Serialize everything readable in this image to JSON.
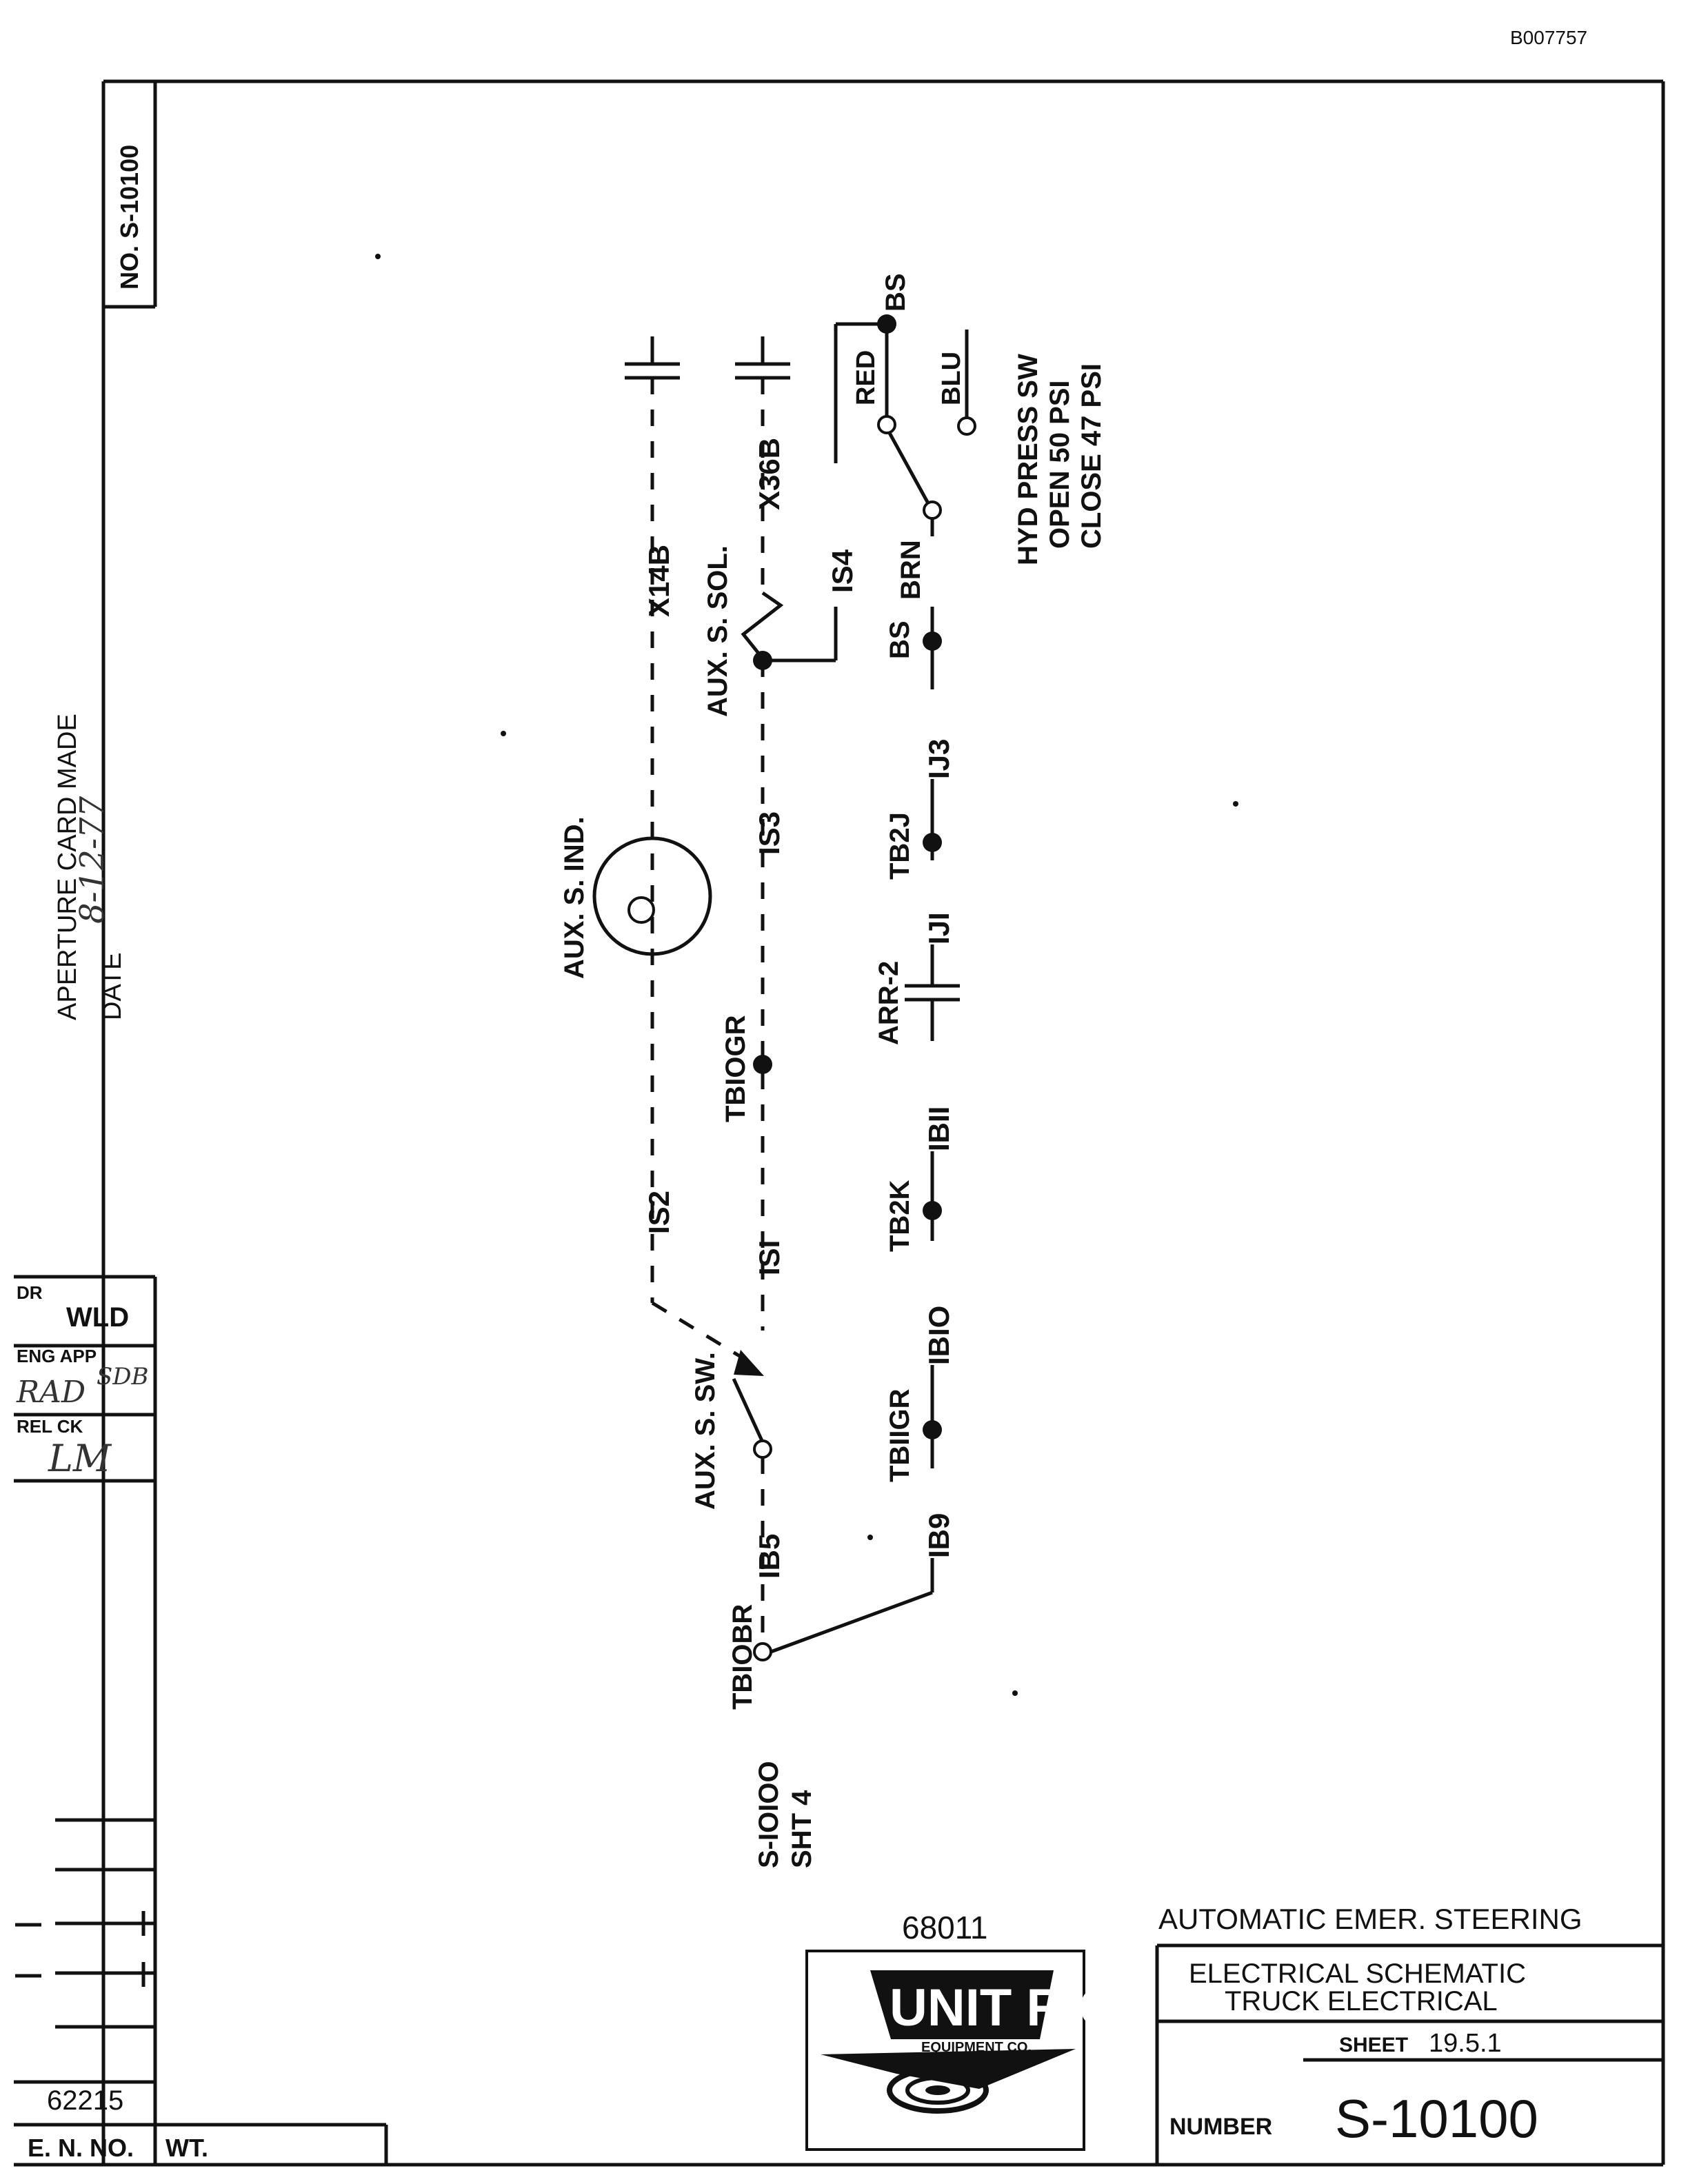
{
  "doc_id": "B007757",
  "border_number": "NO. S-10100",
  "aperture": {
    "stamp": "APERTURE CARD MADE",
    "date_label": "DATE",
    "date_value": "8-12-77"
  },
  "labels": {
    "x14b": "X14B",
    "x36b": "X36B",
    "is4": "IS4",
    "bs_top": "BS",
    "red": "RED",
    "blu": "BLU",
    "hyd_sw": "HYD PRESS SW",
    "hyd_open": "OPEN 50 PSI",
    "hyd_close": "CLOSE 47 PSI",
    "aux_sol": "AUX. S. SOL.",
    "bs_mid": "BS",
    "brn": "BRN",
    "ij3": "IJ3",
    "tb2j": "TB2J",
    "is3": "IS3",
    "aux_ind": "AUX. S. IND.",
    "ij1": "IJI",
    "arr2": "ARR-2",
    "tb10gr": "TBIOGR",
    "ib11": "IBII",
    "is2": "IS2",
    "tb2k": "TB2K",
    "is1": "ISI",
    "ib10": "IBIO",
    "aux_sw": "AUX. S. SW.",
    "tb11gr": "TBIIGR",
    "ib5": "IB5",
    "ib9": "IB9",
    "tb10br": "TBIOBR",
    "ref_1": "S-IOIOO",
    "ref_2": "SHT 4"
  },
  "approvals": {
    "dr_label": "DR",
    "dr_value": "WLD",
    "eng_label": "ENG APP",
    "eng_value": "RAD",
    "eng_value2": "SDB",
    "rel_label": "REL CK",
    "rel_value": "LM"
  },
  "bottom": {
    "en_value": "62215",
    "en_label": "E. N. NO.",
    "wt_label": "WT."
  },
  "logo": {
    "number": "68011",
    "name": "UNIT RIG",
    "sub": "EQUIPMENT CO."
  },
  "title_block": {
    "title": "AUTOMATIC EMER. STEERING",
    "line1": "ELECTRICAL SCHEMATIC",
    "line2": "TRUCK ELECTRICAL",
    "sheet_label": "SHEET",
    "sheet_value": "19.5.1",
    "number_label": "NUMBER",
    "number_value": "S-10100"
  }
}
